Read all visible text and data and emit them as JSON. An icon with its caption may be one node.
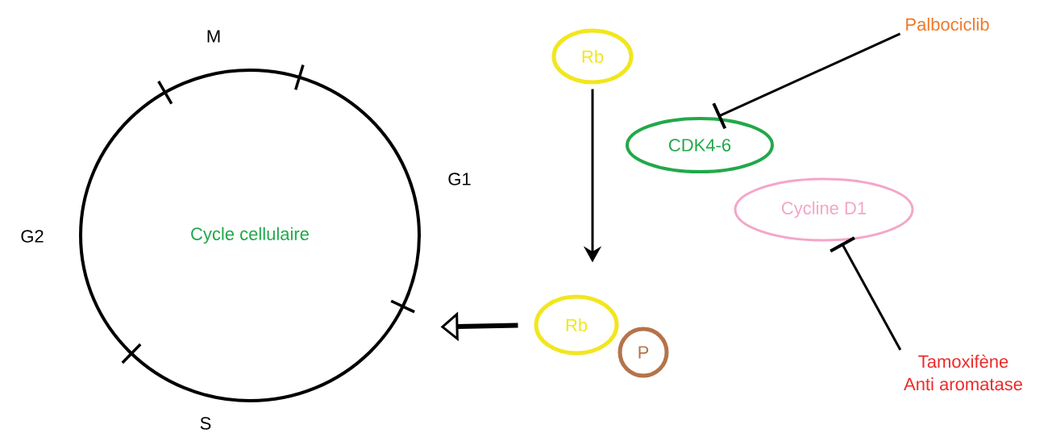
{
  "diagram": {
    "nodes": [
      {
        "text": [
          "Cycle cellulaire"
        ]
      },
      {
        "text": [
          "Rb"
        ]
      },
      {
        "text": [
          "CDK4-6"
        ]
      },
      {
        "text": [
          "Cycline D1"
        ]
      },
      {
        "text": [
          "Rb"
        ]
      },
      {
        "text": [
          "P"
        ]
      },
      {
        "text": [
          "Palbociclib"
        ]
      },
      {
        "text": [
          "Tamoxifène",
          "Anti aromatase"
        ]
      }
    ],
    "edges": [
      {
        "from": 1,
        "to": 4,
        "arrow": "to"
      },
      {
        "from": 4,
        "to": 0,
        "arrow": "to",
        "style": "thick"
      },
      {
        "from": 6,
        "to": 2,
        "arrow": "other"
      },
      {
        "from": 7,
        "to": 3,
        "arrow": "other"
      }
    ],
    "labels": [
      "M",
      "G1",
      "G2",
      "S"
    ]
  }
}
